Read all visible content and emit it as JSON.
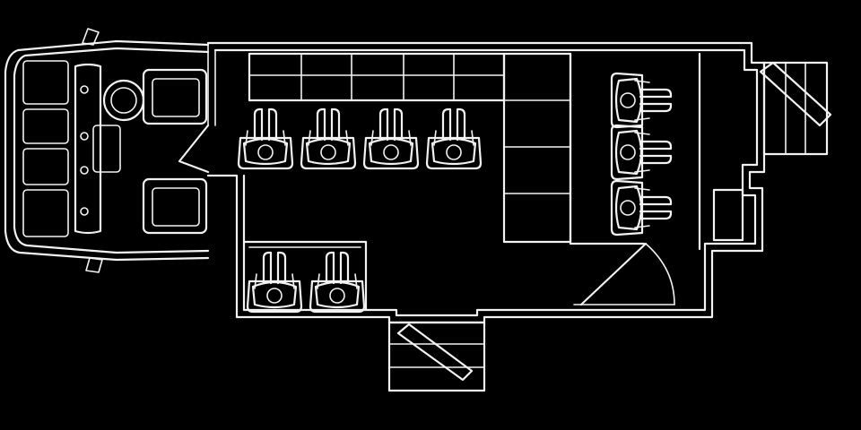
{
  "image": {
    "kind": "vehicle-floor-plan",
    "background_color": "#000000",
    "line_color": "#f2f2f2"
  },
  "floor_plan": {
    "labels": [],
    "counts": {
      "cab_seats": 2,
      "rear_bench_seats": 4,
      "side_bench_seats": 3,
      "front_table_seats": 2,
      "entry_steps": 2
    }
  }
}
